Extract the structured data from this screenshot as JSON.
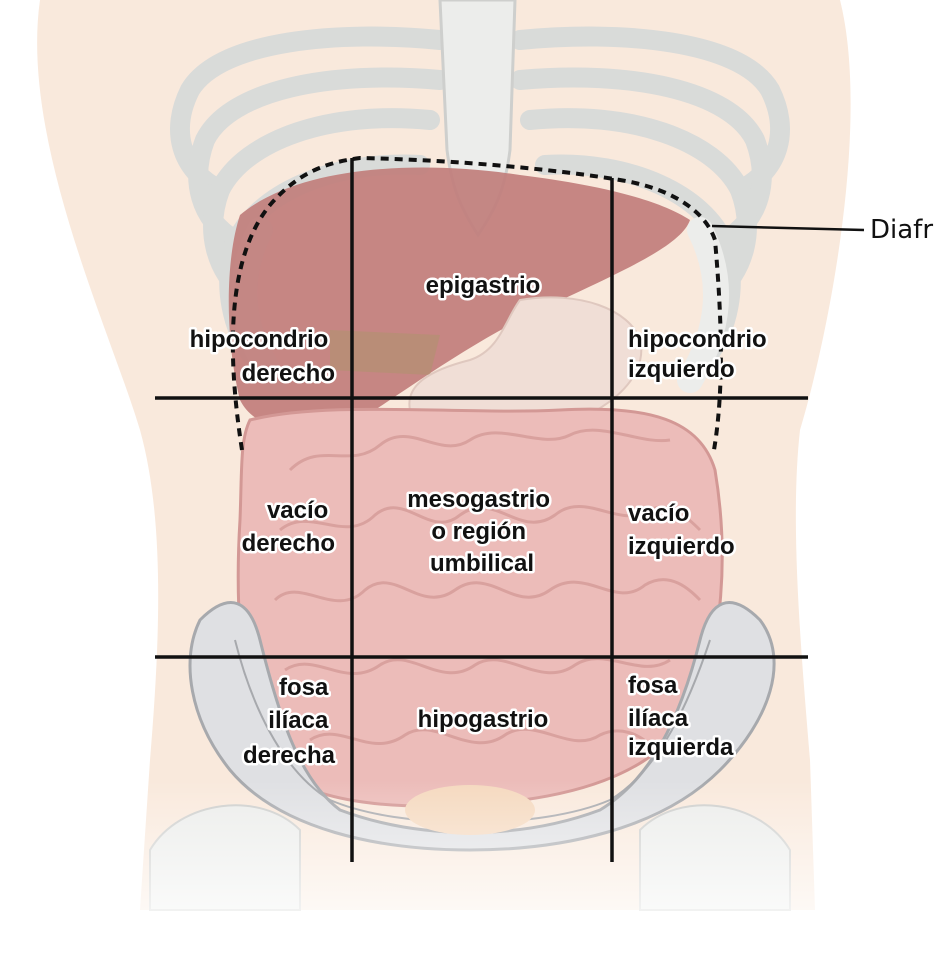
{
  "diagram": {
    "callout": "Diafr",
    "regions": {
      "right_hypochondrium": [
        "hipocondrio",
        "derecho"
      ],
      "epigastrium": [
        "epigastrio"
      ],
      "left_hypochondrium": [
        "hipocondrio",
        "izquierdo"
      ],
      "right_flank": [
        "vacío",
        "derecho"
      ],
      "umbilical": [
        "mesogastrio",
        "o región",
        "umbilical"
      ],
      "left_flank": [
        "vacío",
        "izquierdo"
      ],
      "right_iliac": [
        "fosa",
        "ilíaca",
        "derecha"
      ],
      "hypogastrium": [
        "hipogastrio"
      ],
      "left_iliac": [
        "fosa",
        "ilíaca",
        "izquierda"
      ]
    },
    "colors": {
      "skin": "#f8e3d2",
      "bone": "#e7e8e6",
      "bone_stroke": "#b9bbb8",
      "liver": "#b05a57",
      "stomach": "#ecd5cb",
      "intestine": "#e7aaa6",
      "intestine_stroke": "#c77c78",
      "pelvis": "#d6d8db",
      "bladder": "#f3cfae",
      "grid_line": "#111111"
    }
  }
}
